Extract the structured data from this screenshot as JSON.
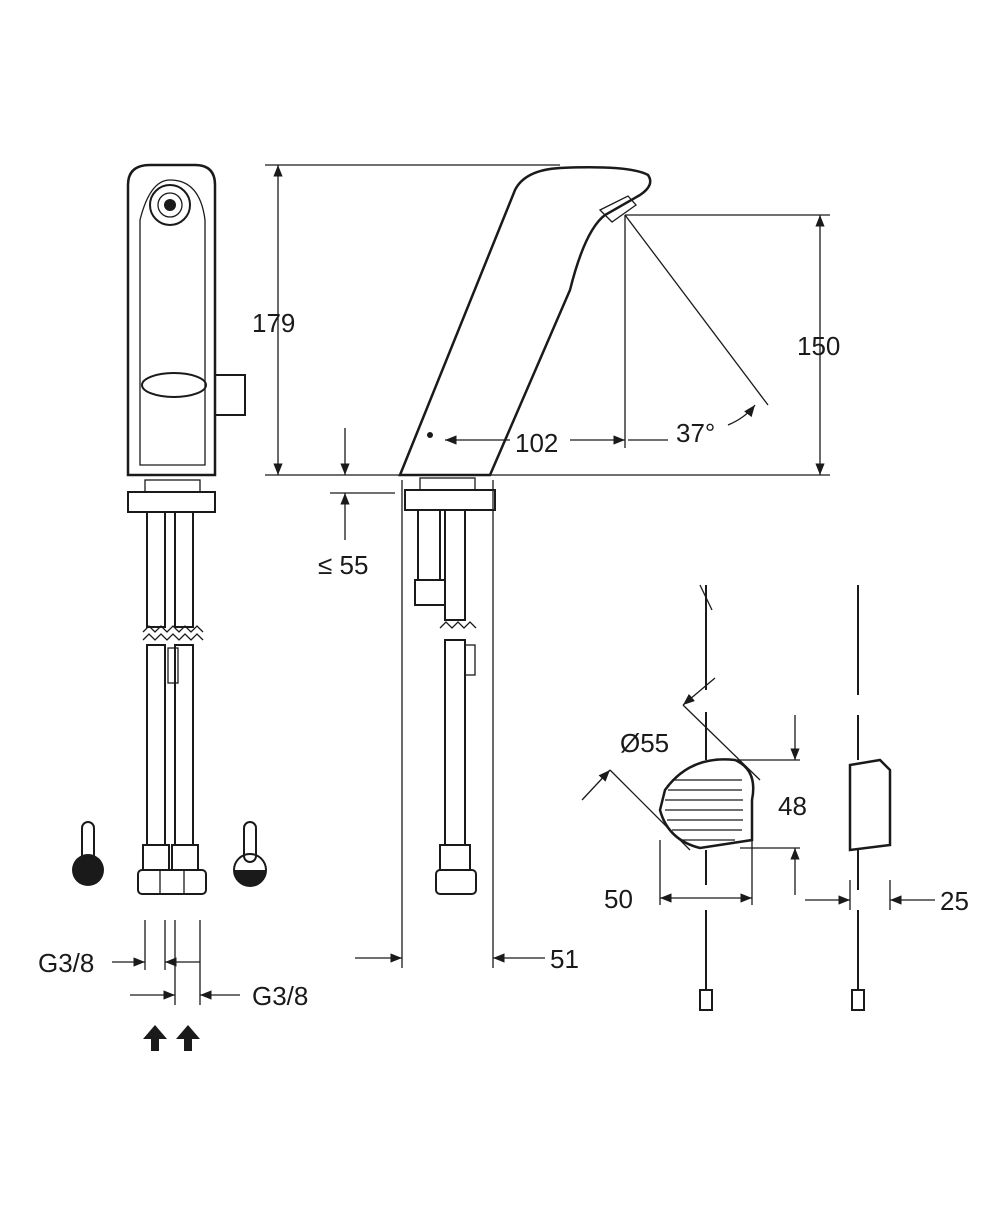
{
  "drawing": {
    "dimensions": {
      "height_total": "179",
      "spout_height": "150",
      "spout_reach": "102",
      "spray_angle": "37°",
      "deck_thickness": "≤ 55",
      "box_diameter": "Ø55",
      "box_height": "48",
      "box_width": "50",
      "box_depth": "25",
      "base_diameter": "51",
      "connection_left": "G3/8",
      "connection_right": "G3/8"
    },
    "icons": [
      "hot-thermometer-icon",
      "cold-thermometer-icon",
      "water-inlet-arrow-icon"
    ]
  }
}
